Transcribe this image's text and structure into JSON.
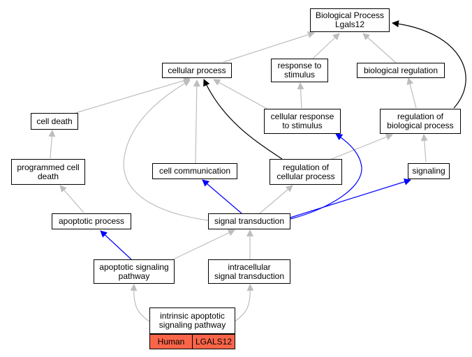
{
  "diagram": {
    "nodes": {
      "bp": "Biological Process\nLgals12",
      "cellular_process": "cellular process",
      "response_to_stimulus": "response to\nstimulus",
      "biological_regulation": "biological regulation",
      "cell_death": "cell death",
      "cellular_response": "cellular response\nto stimulus",
      "regulation_bp": "regulation of\nbiological process",
      "programmed_cell_death": "programmed cell\ndeath",
      "cell_communication": "cell communication",
      "regulation_cp": "regulation of\ncellular process",
      "signaling": "signaling",
      "apoptotic_process": "apoptotic process",
      "signal_transduction": "signal transduction",
      "apoptotic_signaling": "apoptotic signaling\npathway",
      "intracellular_st": "intracellular\nsignal transduction",
      "intrinsic_apoptotic": "intrinsic apoptotic\nsignaling pathway"
    },
    "tags": {
      "species": "Human",
      "gene": "LGALS12"
    },
    "colors": {
      "is_a": "#bdbdbd",
      "part_of": "#0000ff",
      "regulates": "#000000",
      "tag_fill": "#fa6549"
    }
  }
}
